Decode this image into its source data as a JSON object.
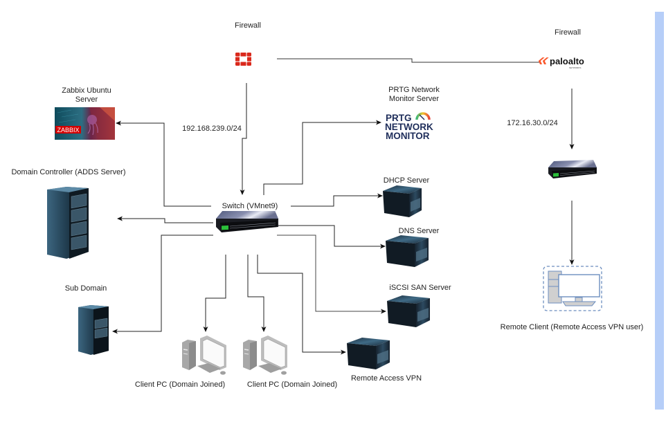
{
  "diagram": {
    "type": "network-topology",
    "nodes": {
      "firewall_left": {
        "label": "Firewall",
        "icon": "fortinet-firewall-icon",
        "color": "#da291c"
      },
      "firewall_right": {
        "label": "Firewall",
        "icon": "paloalto-firewall-icon",
        "brand_text": "paloalto",
        "brand_subtext": "NETWORKS",
        "color": "#fa582d"
      },
      "zabbix": {
        "label": "Zabbix Ubuntu Server",
        "icon": "zabbix-server-icon",
        "brand_text": "ZABBIX"
      },
      "prtg": {
        "label": "PRTG Network Monitor Server",
        "icon": "prtg-logo-icon",
        "brand_lines": [
          "PRTG",
          "NETWORK",
          "MONITOR"
        ],
        "color": "#1e2d5a"
      },
      "switch_main": {
        "label": "Switch (VMnet9)",
        "icon": "network-switch-icon"
      },
      "switch_remote": {
        "label": "",
        "icon": "network-switch-icon"
      },
      "domain_controller": {
        "label": "Domain Controller (ADDS Server)",
        "icon": "server-rack-icon"
      },
      "sub_domain": {
        "label": "Sub Domain",
        "icon": "server-rack-icon"
      },
      "dhcp": {
        "label": "DHCP Server",
        "icon": "server-box-icon"
      },
      "dns": {
        "label": "DNS Server",
        "icon": "server-box-icon"
      },
      "iscsi": {
        "label": "iSCSI SAN Server",
        "icon": "server-box-icon"
      },
      "vpn": {
        "label": "Remote Access VPN",
        "icon": "server-box-icon"
      },
      "client1": {
        "label": "Client PC (Domain Joined)",
        "icon": "desktop-pc-icon"
      },
      "client2": {
        "label": "Client PC (Domain Joined)",
        "icon": "desktop-pc-icon"
      },
      "remote_client": {
        "label": "Remote Client (Remote Access VPN user)",
        "icon": "remote-desktop-icon"
      }
    },
    "edge_labels": {
      "lan_subnet": "192.168.239.0/24",
      "remote_subnet": "172.16.30.0/24"
    },
    "edges": [
      {
        "from": "firewall_left",
        "to": "firewall_right",
        "arrow": false
      },
      {
        "from": "firewall_left",
        "to": "switch_main",
        "label": "192.168.239.0/24",
        "arrow": true
      },
      {
        "from": "switch_main",
        "to": "zabbix",
        "arrow": true
      },
      {
        "from": "switch_main",
        "to": "prtg",
        "arrow": true
      },
      {
        "from": "switch_main",
        "to": "domain_controller",
        "arrow": true
      },
      {
        "from": "switch_main",
        "to": "dhcp",
        "arrow": true
      },
      {
        "from": "switch_main",
        "to": "dns",
        "arrow": true
      },
      {
        "from": "switch_main",
        "to": "sub_domain",
        "arrow": true
      },
      {
        "from": "switch_main",
        "to": "client1",
        "arrow": true
      },
      {
        "from": "switch_main",
        "to": "client2",
        "arrow": true
      },
      {
        "from": "switch_main",
        "to": "iscsi",
        "arrow": true
      },
      {
        "from": "switch_main",
        "to": "vpn",
        "arrow": true
      },
      {
        "from": "firewall_right",
        "to": "switch_remote",
        "label": "172.16.30.0/24",
        "arrow": true
      },
      {
        "from": "switch_remote",
        "to": "remote_client",
        "arrow": true
      }
    ]
  },
  "colors": {
    "scrollbar": "#b6cef8",
    "edge": "#222222"
  }
}
